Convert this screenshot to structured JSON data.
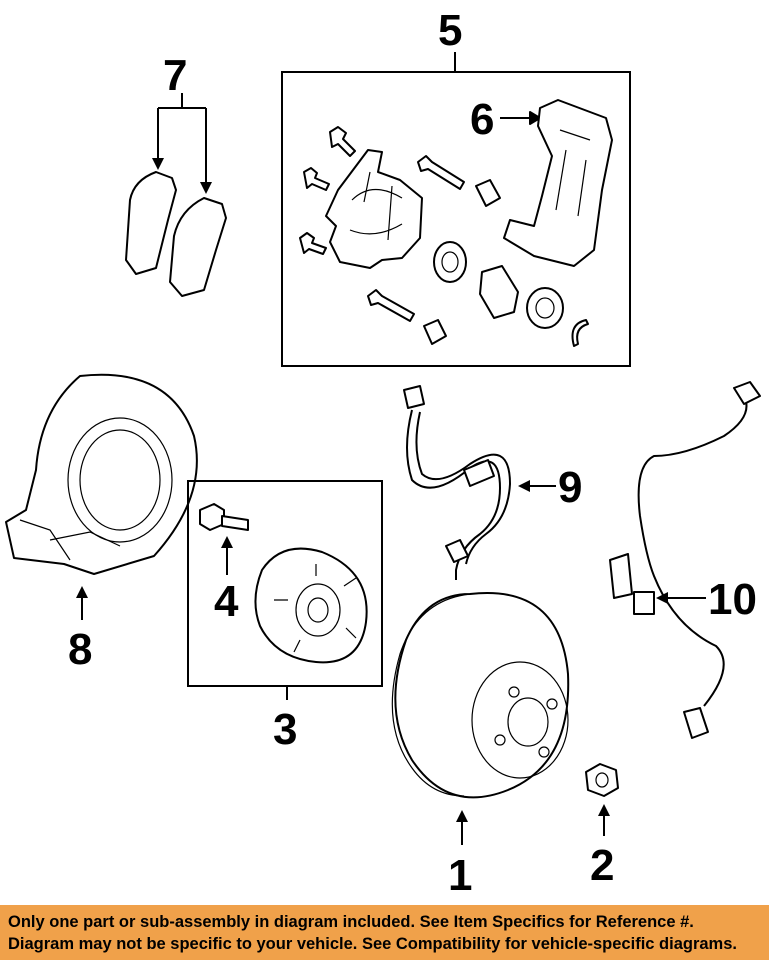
{
  "callouts": {
    "c1": "1",
    "c2": "2",
    "c3": "3",
    "c4": "4",
    "c5": "5",
    "c6": "6",
    "c7": "7",
    "c8": "8",
    "c9": "9",
    "c10": "10"
  },
  "disclaimer": {
    "line1": "Only one part or sub-assembly in diagram included. See Item Specifics for Reference #.",
    "line2": "Diagram may not be specific to your vehicle. See Compatibility for vehicle-specific diagrams."
  },
  "colors": {
    "banner_background": "#f0a14a",
    "line": "#000000",
    "background": "#ffffff"
  }
}
